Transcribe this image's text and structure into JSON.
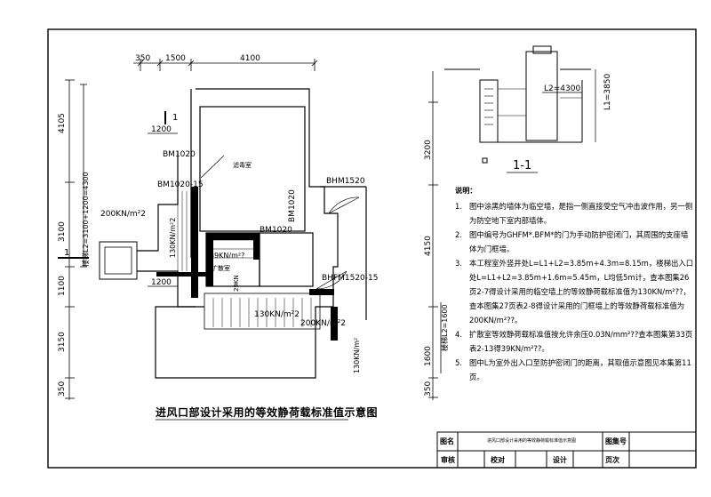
{
  "page": {
    "bg": "#ffffff",
    "ink": "#000000"
  },
  "dims": {
    "top_350": "350",
    "top_1500": "1500",
    "top_4100": "4100",
    "left_4105": "4105",
    "left_chain": "楼梯L2=3100+1200=4300",
    "left_3100": "3100",
    "left_1100": "1100",
    "left_3150": "3150",
    "left_350": "350",
    "right_3200": "3200",
    "right_4150": "4150",
    "right_l2": "楼梯L2=1600",
    "right_1600": "1600",
    "right_350": "350",
    "dim_1200_top": "1200",
    "dim_1200_mid": "1200"
  },
  "plan": {
    "section_mark_1": "1",
    "section_mark_1_left": "1",
    "room_label": "滤毒室",
    "door_bm1020_a": "BM1020",
    "door_bm1020_15": "BM1020-15",
    "door_bhm1520": "BHM1520",
    "door_bm1020_v": "BM1020",
    "door_bm1020_b": "BM1020",
    "door_bhfm1520_15": "BHFM1520-15",
    "load_200_a": "200KN/m²2",
    "load_130_a": "130KN/m²2",
    "load_39": "39KN/m²?",
    "expansion": "扩散室",
    "load_29": "29KN",
    "load_130_b": "130KN/m²2",
    "load_200_b": "200KN/m²2",
    "load_130_c": "130KN/m²"
  },
  "section": {
    "l2": "L2=4300",
    "l1": "L1=3850",
    "title": "1-1"
  },
  "notes": {
    "heading": "说明：",
    "items": [
      {
        "n": "1.",
        "text": "图中涂黑的墙体为临空墙，是指一侧直接受空气冲击波作用，另一侧为防空地下室内部墙体。"
      },
      {
        "n": "2.",
        "text": "图中编号为GHFM*.BFM*的门为手动防护密闭门，其周围的支座墙体为门框墙。"
      },
      {
        "n": "3.",
        "text": "本工程室外竖井处L=L1+L2=3.85m+4.3m=8.15m，楼梯出入口处L=L1+L2=3.85m+1.6m=5.45m，L均低5m计，查本图集26页2-7得设计采用的临空墙上的等效静荷载标准值为130KN/m²??，查本图集27页表2-8得设计采用的门框墙上的等效静荷载标准值为200KN/m²??。"
      },
      {
        "n": "4.",
        "text": "扩散室等效静荷载标准值按允许余压0.03N/mm²??查本图集第33页表2-13得39KN/m²??。"
      },
      {
        "n": "5.",
        "text": "图中L为室外出入口至防护密闭门的距离，其取值示意图见本集第11页。"
      }
    ]
  },
  "caption": "进风口部设计采用的等效静荷载标准值示意图",
  "title_block": {
    "drawing_name_label": "图名",
    "drawing_name": "进风口部设计采用的等效静荷载标准值示意图",
    "drawing_no_label": "图集号",
    "review": "审核",
    "check": "校对",
    "design": "设计",
    "page": "页次"
  }
}
